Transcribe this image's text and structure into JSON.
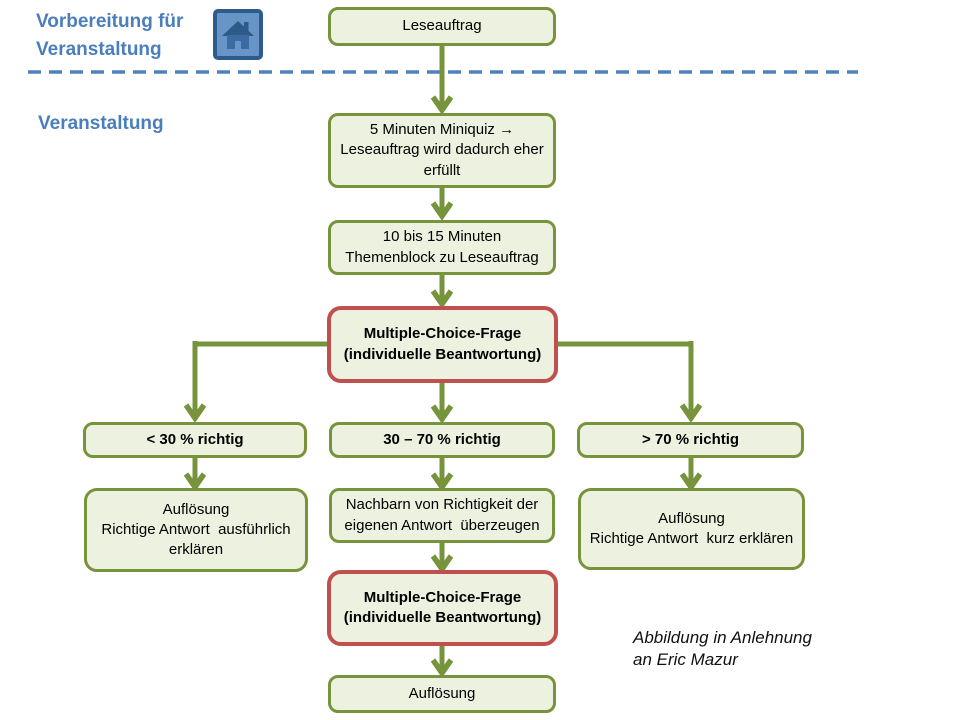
{
  "sections": {
    "preparation_label": "Vorbereitung für\nVeranstaltung",
    "event_label": "Veranstaltung"
  },
  "toolbar": {
    "home_icon": "house"
  },
  "nodes": {
    "leseauftrag": "Leseauftrag",
    "miniquiz": "5 Minuten Miniquiz →\nLeseauftrag wird dadurch eher\nerfüllt",
    "themenblock": "10 bis 15 Minuten\nThemenblock zu Leseauftrag",
    "mc_frage_1": "Multiple-Choice-Frage\n(individuelle Beantwortung)",
    "pct_low": "< 30 % richtig",
    "pct_mid": "30 – 70 % richtig",
    "pct_high": "> 70 % richtig",
    "outcome_low": "Auflösung\nRichtige Antwort  ausführlich\nerklären",
    "outcome_mid": "Nachbarn von Richtigkeit der\neigenen Antwort  überzeugen",
    "outcome_high": "Auflösung\nRichtige Antwort  kurz erklären",
    "mc_frage_2": "Multiple-Choice-Frage\n(individuelle Beantwortung)",
    "aufloesung_final": "Auflösung"
  },
  "caption": "Abbildung in Anlehnung\nan Eric Mazur",
  "colors": {
    "accent_green": "#77933c",
    "node_fill": "#edf2e0",
    "accent_red": "#c0504d",
    "accent_blue": "#4f81bd",
    "home_fill": "#6795c7",
    "home_border": "#2e5c8a"
  }
}
